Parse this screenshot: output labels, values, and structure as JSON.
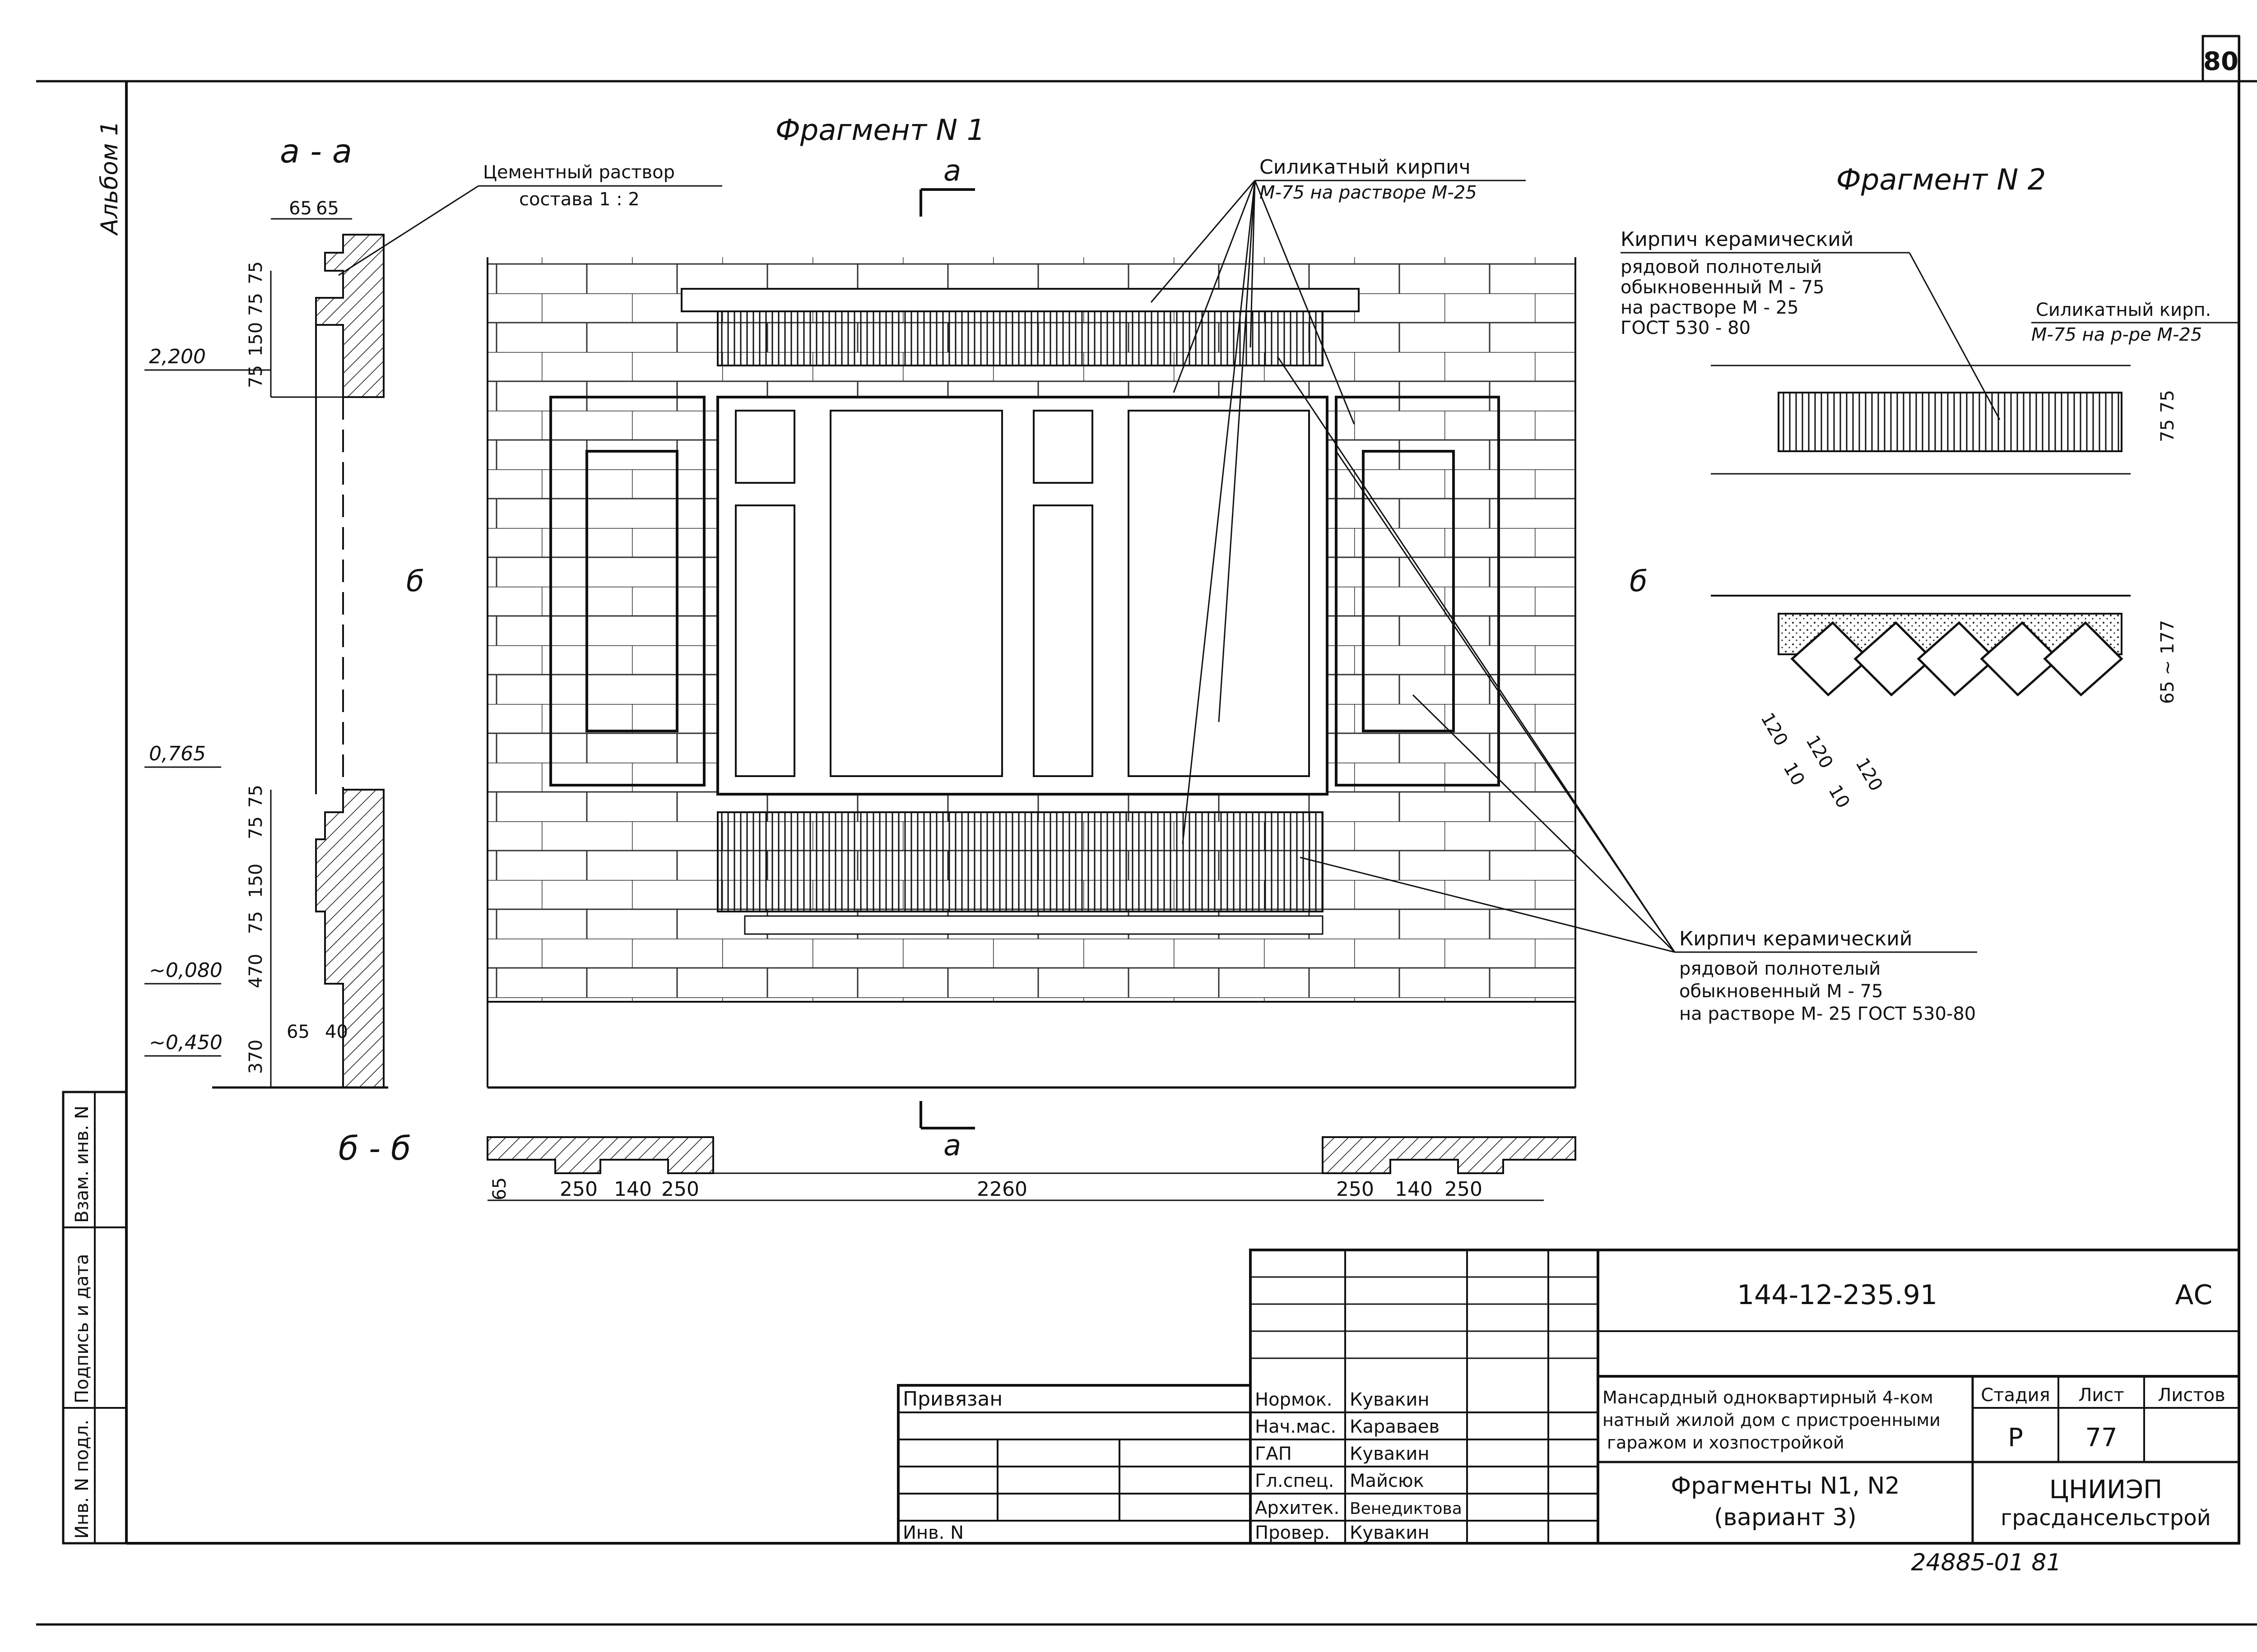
{
  "sheet_number": "80",
  "album": "Альбом 1",
  "fragment1": {
    "title": "Фрагмент N 1",
    "section_aa": "a - a",
    "section_bb": "б - б",
    "cut_mark_a": "a",
    "cut_mark_b": "б",
    "note_cement": [
      "Цементный раствор",
      "состава 1 : 2"
    ],
    "note_silicate": [
      "Силикатный кирпич",
      "М-75 на растворе М-25"
    ],
    "note_ceramic": [
      "Кирпич керамический",
      "рядовой полнотелый",
      "обыкновенный М - 75",
      "на растворе М- 25  ГОСТ 530-80"
    ],
    "levels": [
      "2,200",
      "0,765",
      "~0,080",
      "~0,450"
    ],
    "dims_top": [
      "65",
      "65"
    ],
    "dims_section_upper": [
      "75",
      "150",
      "75",
      "75"
    ],
    "dims_section_lower": [
      "75",
      "75",
      "150",
      "75",
      "470",
      "370"
    ],
    "dims_section_bottom": [
      "65",
      "40"
    ],
    "dims_plan": [
      "65",
      "250",
      "140",
      "250",
      "2260",
      "250",
      "140",
      "250"
    ]
  },
  "fragment2": {
    "title": "Фрагмент N 2",
    "note_ceramic": [
      "Кирпич керамический",
      "рядовой полнотелый",
      "обыкновенный М - 75",
      "на растворе М - 25",
      "ГОСТ 530 - 80"
    ],
    "note_silicate": [
      "Силикатный кирп.",
      "М-75 на р-ре М-25"
    ],
    "dims_upper": [
      "75",
      "75"
    ],
    "dims_lower": "65 ~ 177",
    "dims_diag": [
      "120",
      "120",
      "120",
      "10",
      "10"
    ]
  },
  "side_stamp": [
    "Инв. N подл.",
    "Подпись и дата",
    "Взам. инв. N"
  ],
  "title_block": {
    "doc_code": "144-12-235.91",
    "mark": "АС",
    "bound": "Привязан",
    "inv": "Инв. N",
    "roles": [
      {
        "role": "Нормок.",
        "name": "Кувакин"
      },
      {
        "role": "Нач.мас.",
        "name": "Караваев"
      },
      {
        "role": "ГАП",
        "name": "Кувакин"
      },
      {
        "role": "Гл.спец.",
        "name": "Майсюк"
      },
      {
        "role": "Архитек.",
        "name": "Венедиктова"
      },
      {
        "role": "Провер.",
        "name": "Кувакин"
      }
    ],
    "project": [
      "Мансардный одноквартирный 4-ком",
      "натный жилой дом с пристроенными",
      "гаражом и хозпостройкой"
    ],
    "stage_label": "Стадия",
    "sheet_label": "Лист",
    "sheets_label": "Листов",
    "stage": "Р",
    "sheet": "77",
    "drawing_title": [
      "Фрагменты N1, N2",
      "(вариант 3)"
    ],
    "org": [
      "ЦНИИЭП",
      "грасдансельстрой"
    ]
  },
  "footer_number": "24885-01  81"
}
